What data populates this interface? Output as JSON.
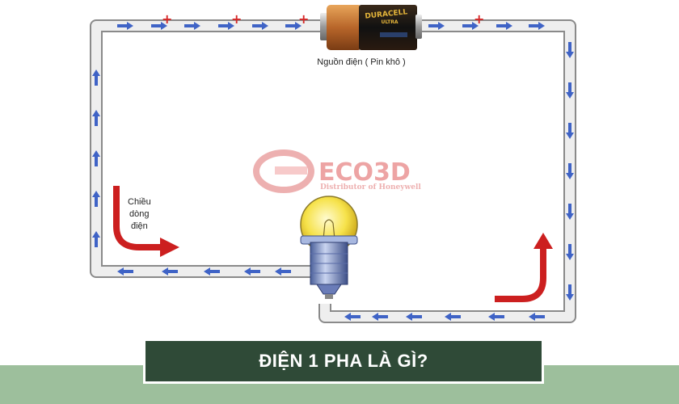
{
  "battery": {
    "label": "Nguồn điện ( Pin khô )",
    "brand": "DURACELL",
    "brand_sub": "ULTRA"
  },
  "current_direction_label": {
    "line1": "Chiều",
    "line2": "dòng",
    "line3": "điện"
  },
  "watermark": {
    "name": "ECO3D",
    "tagline": "Distributor of Honeywell"
  },
  "footer": {
    "title": "ĐIỆN 1 PHA LÀ GÌ?"
  },
  "colors": {
    "wire_fill": "#eeeeee",
    "wire_stroke": "#8a8a8a",
    "arrow_blue": "#3f63c6",
    "arrow_red": "#cc1f1f",
    "plus_red": "#d62828",
    "footer_band": "#9dbf9c",
    "footer_box": "#2f4a37"
  }
}
